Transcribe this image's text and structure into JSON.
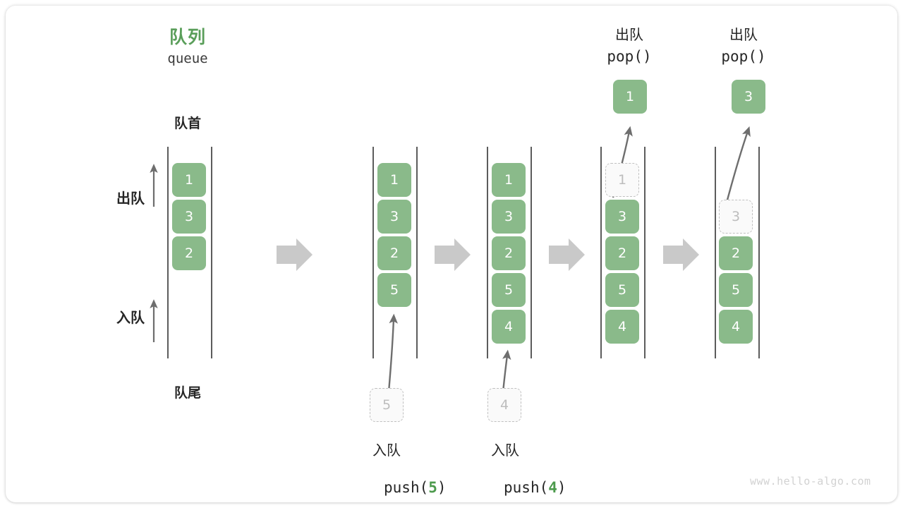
{
  "diagram": {
    "title_cn": "队列",
    "title_en": "queue",
    "front_label": "队首",
    "rear_label": "队尾",
    "dequeue_label": "出队",
    "enqueue_label": "入队",
    "watermark": "www.hello-algo.com",
    "accent_green": "#8ABA8A",
    "title_green": "#5a9e5a",
    "ghost_gray": "#bdbdbd",
    "arrow_gray": "#6e6e6e",
    "step_arrow_gray": "#c8c8c8"
  },
  "operations": {
    "push_cn": "入队",
    "pop_cn": "出队",
    "push_5_code_pre": "push(",
    "push_5_code_arg": "5",
    "push_5_code_post": ")",
    "push_4_code_pre": "push(",
    "push_4_code_arg": "4",
    "push_4_code_post": ")",
    "pop_code": "pop()"
  },
  "columns": [
    {
      "id": "initial",
      "name": "initial-queue",
      "slots": [
        {
          "value": "1",
          "state": "filled"
        },
        {
          "value": "3",
          "state": "filled"
        },
        {
          "value": "2",
          "state": "filled"
        },
        {
          "value": "",
          "state": "empty"
        },
        {
          "value": "",
          "state": "empty"
        }
      ]
    },
    {
      "id": "after-push-5",
      "name": "queue-after-push-5",
      "slots": [
        {
          "value": "1",
          "state": "filled"
        },
        {
          "value": "3",
          "state": "filled"
        },
        {
          "value": "2",
          "state": "filled"
        },
        {
          "value": "5",
          "state": "filled"
        },
        {
          "value": "",
          "state": "empty"
        }
      ],
      "incoming": {
        "value": "5",
        "state": "ghost"
      }
    },
    {
      "id": "after-push-4",
      "name": "queue-after-push-4",
      "slots": [
        {
          "value": "1",
          "state": "filled"
        },
        {
          "value": "3",
          "state": "filled"
        },
        {
          "value": "2",
          "state": "filled"
        },
        {
          "value": "5",
          "state": "filled"
        },
        {
          "value": "4",
          "state": "filled"
        }
      ],
      "incoming": {
        "value": "4",
        "state": "ghost"
      }
    },
    {
      "id": "after-pop-1",
      "name": "queue-after-pop-1",
      "slots": [
        {
          "value": "1",
          "state": "ghost"
        },
        {
          "value": "3",
          "state": "filled"
        },
        {
          "value": "2",
          "state": "filled"
        },
        {
          "value": "5",
          "state": "filled"
        },
        {
          "value": "4",
          "state": "filled"
        }
      ],
      "popped": {
        "value": "1",
        "state": "filled"
      }
    },
    {
      "id": "after-pop-3",
      "name": "queue-after-pop-3",
      "slots": [
        {
          "value": "",
          "state": "empty"
        },
        {
          "value": "3",
          "state": "ghost"
        },
        {
          "value": "2",
          "state": "filled"
        },
        {
          "value": "5",
          "state": "filled"
        },
        {
          "value": "4",
          "state": "filled"
        }
      ],
      "popped": {
        "value": "3",
        "state": "filled"
      }
    }
  ]
}
